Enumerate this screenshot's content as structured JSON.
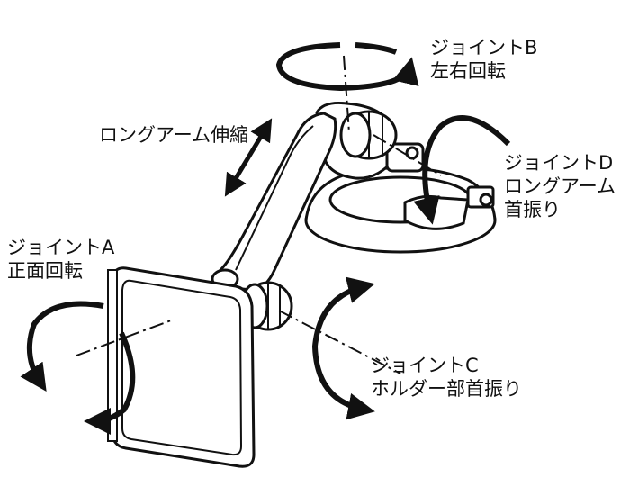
{
  "labels": {
    "joint_b": {
      "title": "ジョイントB",
      "desc": "左右回転"
    },
    "arm": {
      "title": "ロングアーム伸縮"
    },
    "joint_d": {
      "title": "ジョイントD",
      "desc1": "ロングアーム",
      "desc2": "首振り"
    },
    "joint_a": {
      "title": "ジョイントA",
      "desc": "正面回転"
    },
    "joint_c": {
      "title": "ジョイントC",
      "desc": "ホルダー部首振り"
    }
  },
  "colors": {
    "line": "#111111",
    "fill": "#ffffff",
    "shade": "#d9d9d9"
  }
}
